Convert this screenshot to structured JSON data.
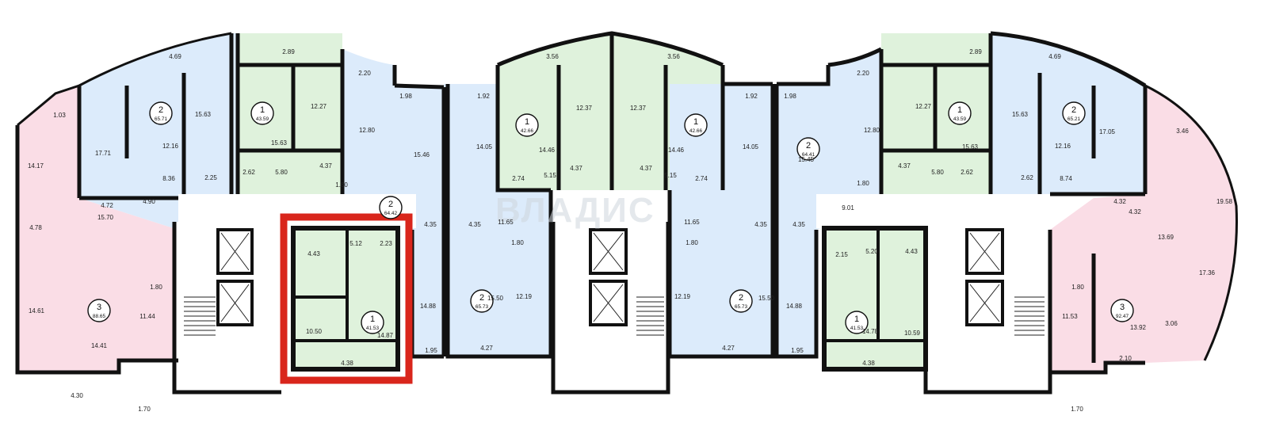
{
  "watermark": "ВЛАДИС",
  "colors": {
    "one_room": "#dff2dc",
    "two_room": "#dcebfb",
    "three_room": "#fadde6",
    "core": "#ffffff",
    "wall": "#111111",
    "highlight": "#d9261c"
  },
  "apartments": [
    {
      "id": "a1",
      "rooms": "3",
      "area": "88.65"
    },
    {
      "id": "a2",
      "rooms": "2",
      "area": "65.71"
    },
    {
      "id": "a3",
      "rooms": "1",
      "area": "43.59"
    },
    {
      "id": "a4",
      "rooms": "2",
      "area": "64.42"
    },
    {
      "id": "a5",
      "rooms": "1",
      "area": "41.53"
    },
    {
      "id": "a6",
      "rooms": "1",
      "area": "42.66"
    },
    {
      "id": "a7",
      "rooms": "2",
      "area": "65.73"
    },
    {
      "id": "a8",
      "rooms": "1",
      "area": "42.66"
    },
    {
      "id": "a9",
      "rooms": "2",
      "area": "65.73"
    },
    {
      "id": "a10",
      "rooms": "2",
      "area": "64.41"
    },
    {
      "id": "a11",
      "rooms": "1",
      "area": "41.53"
    },
    {
      "id": "a12",
      "rooms": "1",
      "area": "43.59"
    },
    {
      "id": "a13",
      "rooms": "2",
      "area": "65.21"
    },
    {
      "id": "a14",
      "rooms": "3",
      "area": "92.47"
    }
  ],
  "room_areas": [
    "14.17",
    "1.03",
    "4.78",
    "15.70",
    "4.72",
    "14.61",
    "14.41",
    "11.44",
    "1.80",
    "4.30",
    "1.70",
    "17.71",
    "4.69",
    "12.16",
    "15.63",
    "8.36",
    "4.90",
    "2.25",
    "2.89",
    "12.27",
    "15.63",
    "2.62",
    "5.80",
    "4.37",
    "1.80",
    "2.20",
    "12.80",
    "1.98",
    "15.46",
    "4.35",
    "14.88",
    "1.95",
    "4.43",
    "5.12",
    "2.23",
    "10.50",
    "14.87",
    "4.38",
    "1.92",
    "14.05",
    "4.35",
    "11.65",
    "1.80",
    "12.19",
    "15.50",
    "4.27",
    "3.56",
    "12.37",
    "14.46",
    "2.74",
    "5.15",
    "4.37",
    "12.37",
    "14.46",
    "2.74",
    "5.15",
    "4.37",
    "3.56",
    "1.92",
    "14.05",
    "11.65",
    "1.80",
    "12.19",
    "4.35",
    "15.50",
    "4.27",
    "1.98",
    "15.45",
    "4.35",
    "14.88",
    "1.95",
    "9.01",
    "2.20",
    "12.80",
    "1.80",
    "2.15",
    "5.20",
    "4.43",
    "14.78",
    "10.59",
    "4.38",
    "2.89",
    "12.27",
    "15.63",
    "4.37",
    "5.80",
    "2.62",
    "4.69",
    "15.63",
    "12.16",
    "8.74",
    "2.62",
    "17.05",
    "4.32",
    "4.32",
    "3.46",
    "19.58",
    "13.69",
    "17.36",
    "1.80",
    "11.53",
    "13.92",
    "3.06",
    "2.10",
    "1.70"
  ]
}
